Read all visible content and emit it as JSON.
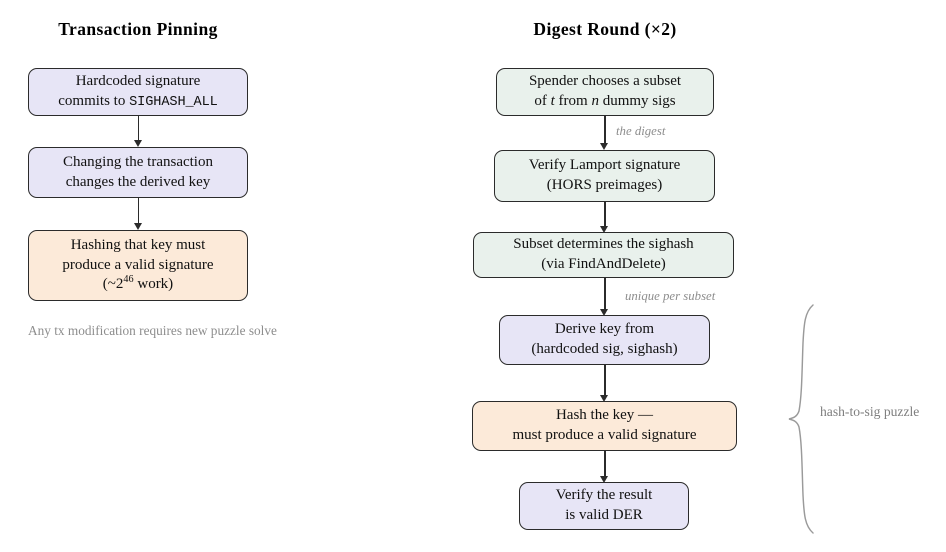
{
  "diagram": {
    "columns": [
      {
        "title": "Transaction Pinning",
        "nodes": [
          {
            "name": "hardcoded-signature",
            "lines": [
              "Hardcoded signature",
              "commits to SIGHASH_ALL"
            ],
            "color": "#e7e5f6"
          },
          {
            "name": "changing-transaction",
            "lines": [
              "Changing the transaction",
              "changes the derived key"
            ],
            "color": "#e7e5f6"
          },
          {
            "name": "hashing-key-work",
            "lines": [
              "Hashing that key must",
              "produce a valid signature",
              "(~2^46 work)"
            ],
            "color": "#fcead9"
          }
        ],
        "caption": [
          "Any tx modification",
          "requires new puzzle solve"
        ]
      },
      {
        "title": "Digest Round (×2)",
        "nodes": [
          {
            "name": "spender-chooses-subset",
            "lines": [
              "Spender chooses a subset",
              "of t from n dummy sigs"
            ],
            "color": "#e9f1ec"
          },
          {
            "name": "verify-lamport-signature",
            "lines": [
              "Verify Lamport signature",
              "(HORS preimages)"
            ],
            "color": "#e9f1ec"
          },
          {
            "name": "subset-determines-sighash",
            "lines": [
              "Subset determines the sighash",
              "(via FindAndDelete)"
            ],
            "color": "#e9f1ec"
          },
          {
            "name": "derive-key-from",
            "lines": [
              "Derive key from",
              "(hardcoded sig, sighash)"
            ],
            "color": "#e7e5f6"
          },
          {
            "name": "hash-the-key",
            "lines": [
              "Hash the key —",
              "must produce a valid signature"
            ],
            "color": "#fcead9"
          },
          {
            "name": "verify-result-der",
            "lines": [
              "Verify the result",
              "is valid DER"
            ],
            "color": "#e7e5f6"
          }
        ],
        "edge_labels": [
          "the digest",
          "unique per subset"
        ],
        "brace_label": [
          "hash-to-sig",
          "puzzle"
        ]
      }
    ],
    "superscript": {
      "base": "2",
      "exp": "46"
    },
    "math_vars": {
      "t": "t",
      "n": "n"
    },
    "mono_token": "SIGHASH_ALL",
    "colors": {
      "lavender": "#e7e5f6",
      "green": "#e9f1ec",
      "orange": "#fcead9",
      "stroke": "#2b2b2b",
      "muted": "#8d8d8d",
      "background": "#ffffff"
    }
  }
}
